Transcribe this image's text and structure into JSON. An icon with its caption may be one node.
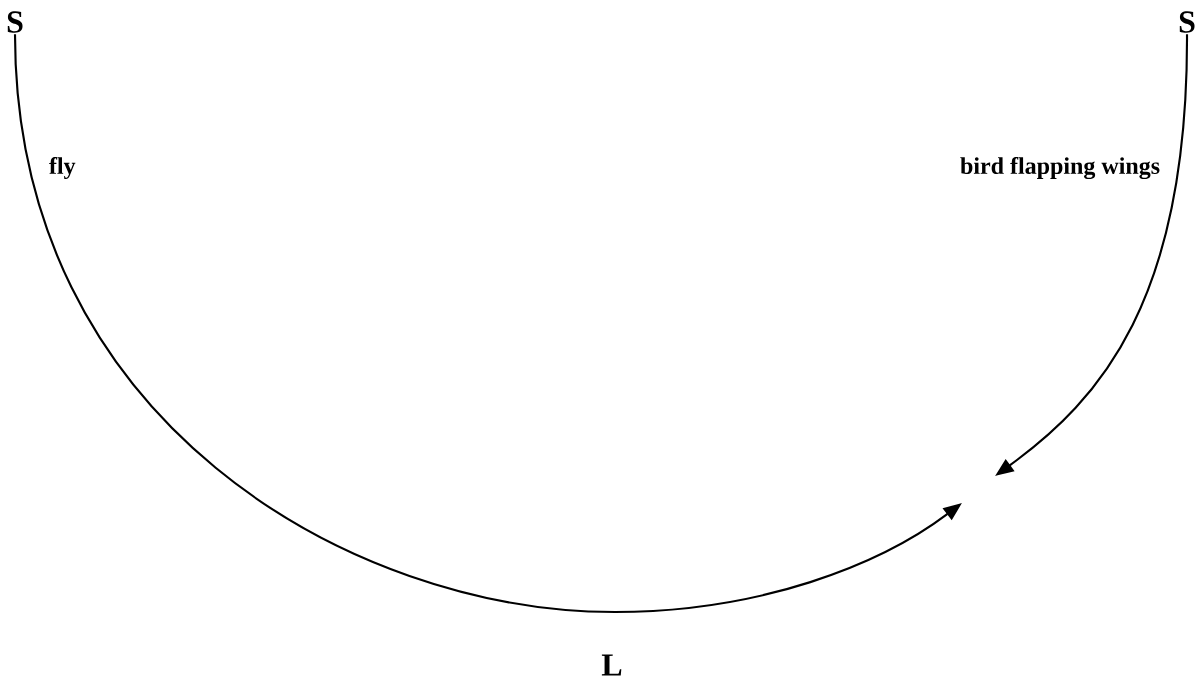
{
  "diagram": {
    "nodes": [
      {
        "text": [
          "S"
        ]
      },
      {
        "text": [
          "S"
        ]
      }
    ],
    "edges": [
      {
        "from": 0,
        "to": null,
        "arrow": "to",
        "label": "fly"
      },
      {
        "from": 1,
        "to": null,
        "arrow": "to",
        "label": "bird flapping wings"
      }
    ],
    "labels": [
      "L"
    ]
  }
}
